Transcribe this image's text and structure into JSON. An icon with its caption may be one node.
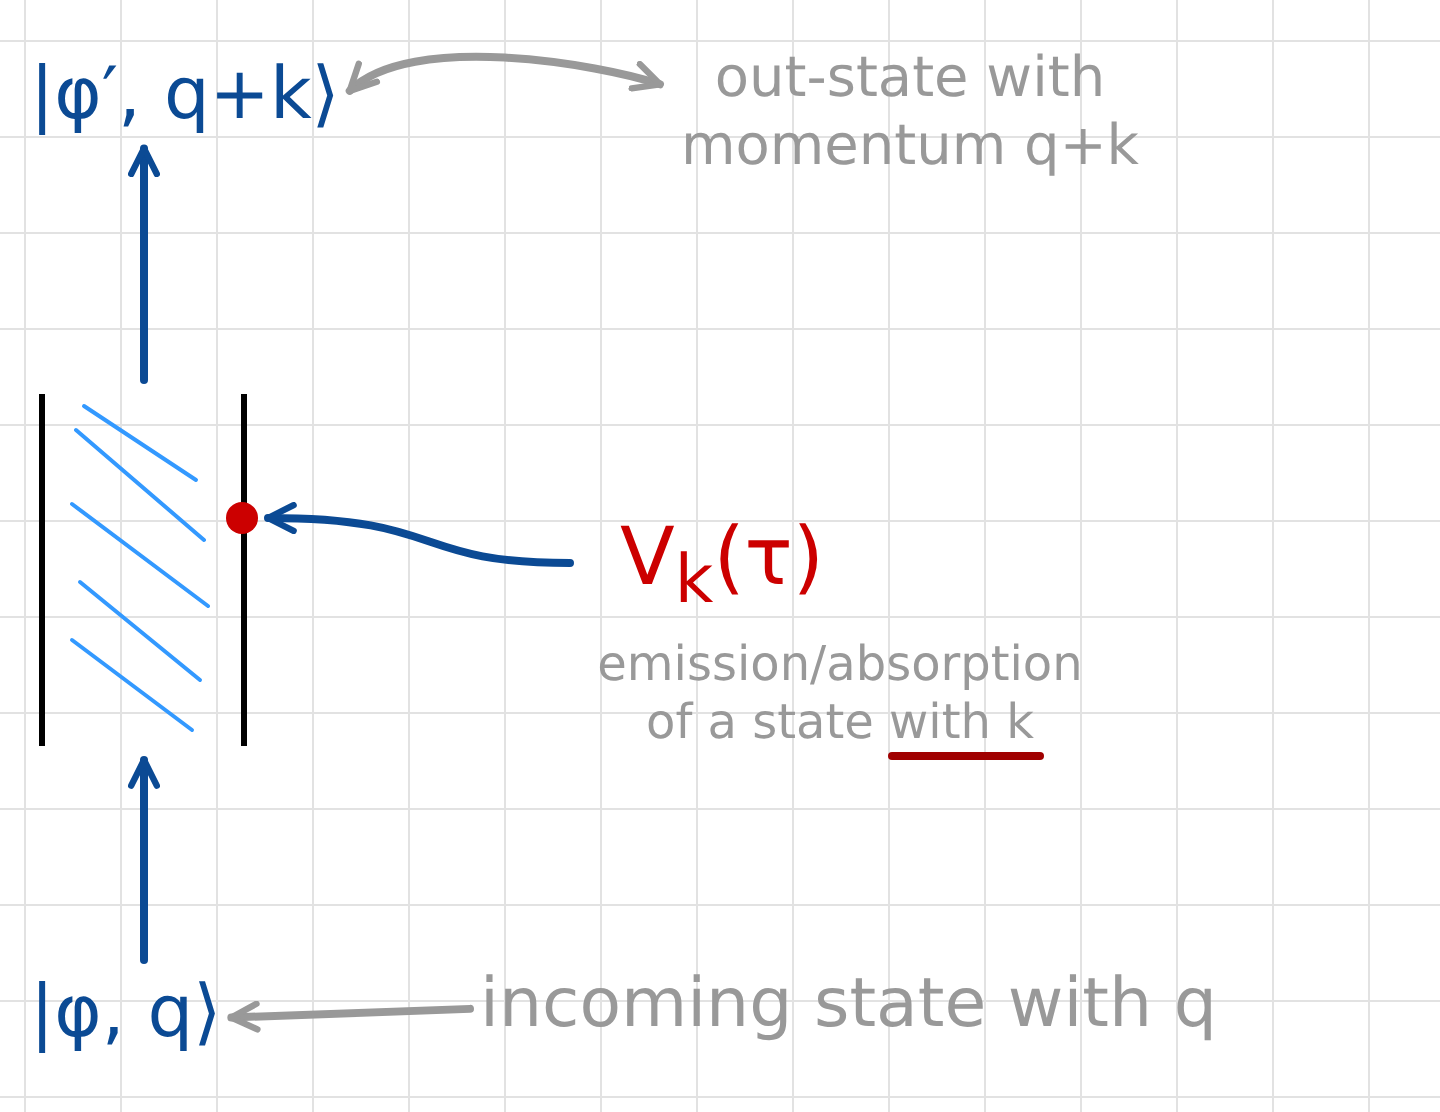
{
  "diagram": {
    "nodes": [
      {
        "text": [
          "|φ′, q+k⟩"
        ]
      },
      {
        "text": [
          "out-state with momentum q+k"
        ]
      },
      {
        "text": [],
        "shape": "box"
      },
      {
        "text": [],
        "shape": "circle"
      },
      {
        "text": [
          "V$_{k}$(τ)",
          "emission/absorption of a state with k"
        ]
      },
      {
        "text": [
          "|φ, q⟩"
        ]
      },
      {
        "text": [
          "incoming state with q"
        ]
      }
    ],
    "edges": [
      {
        "from": 0,
        "to": 1,
        "arrow": "both",
        "color": "#999999"
      },
      {
        "from": 5,
        "to": 2,
        "arrow": "to"
      },
      {
        "from": 2,
        "to": 0,
        "arrow": "to"
      },
      {
        "from": 4,
        "to": 3,
        "arrow": "to"
      },
      {
        "from": 6,
        "to": 5,
        "arrow": "to",
        "color": "#999999"
      }
    ]
  }
}
